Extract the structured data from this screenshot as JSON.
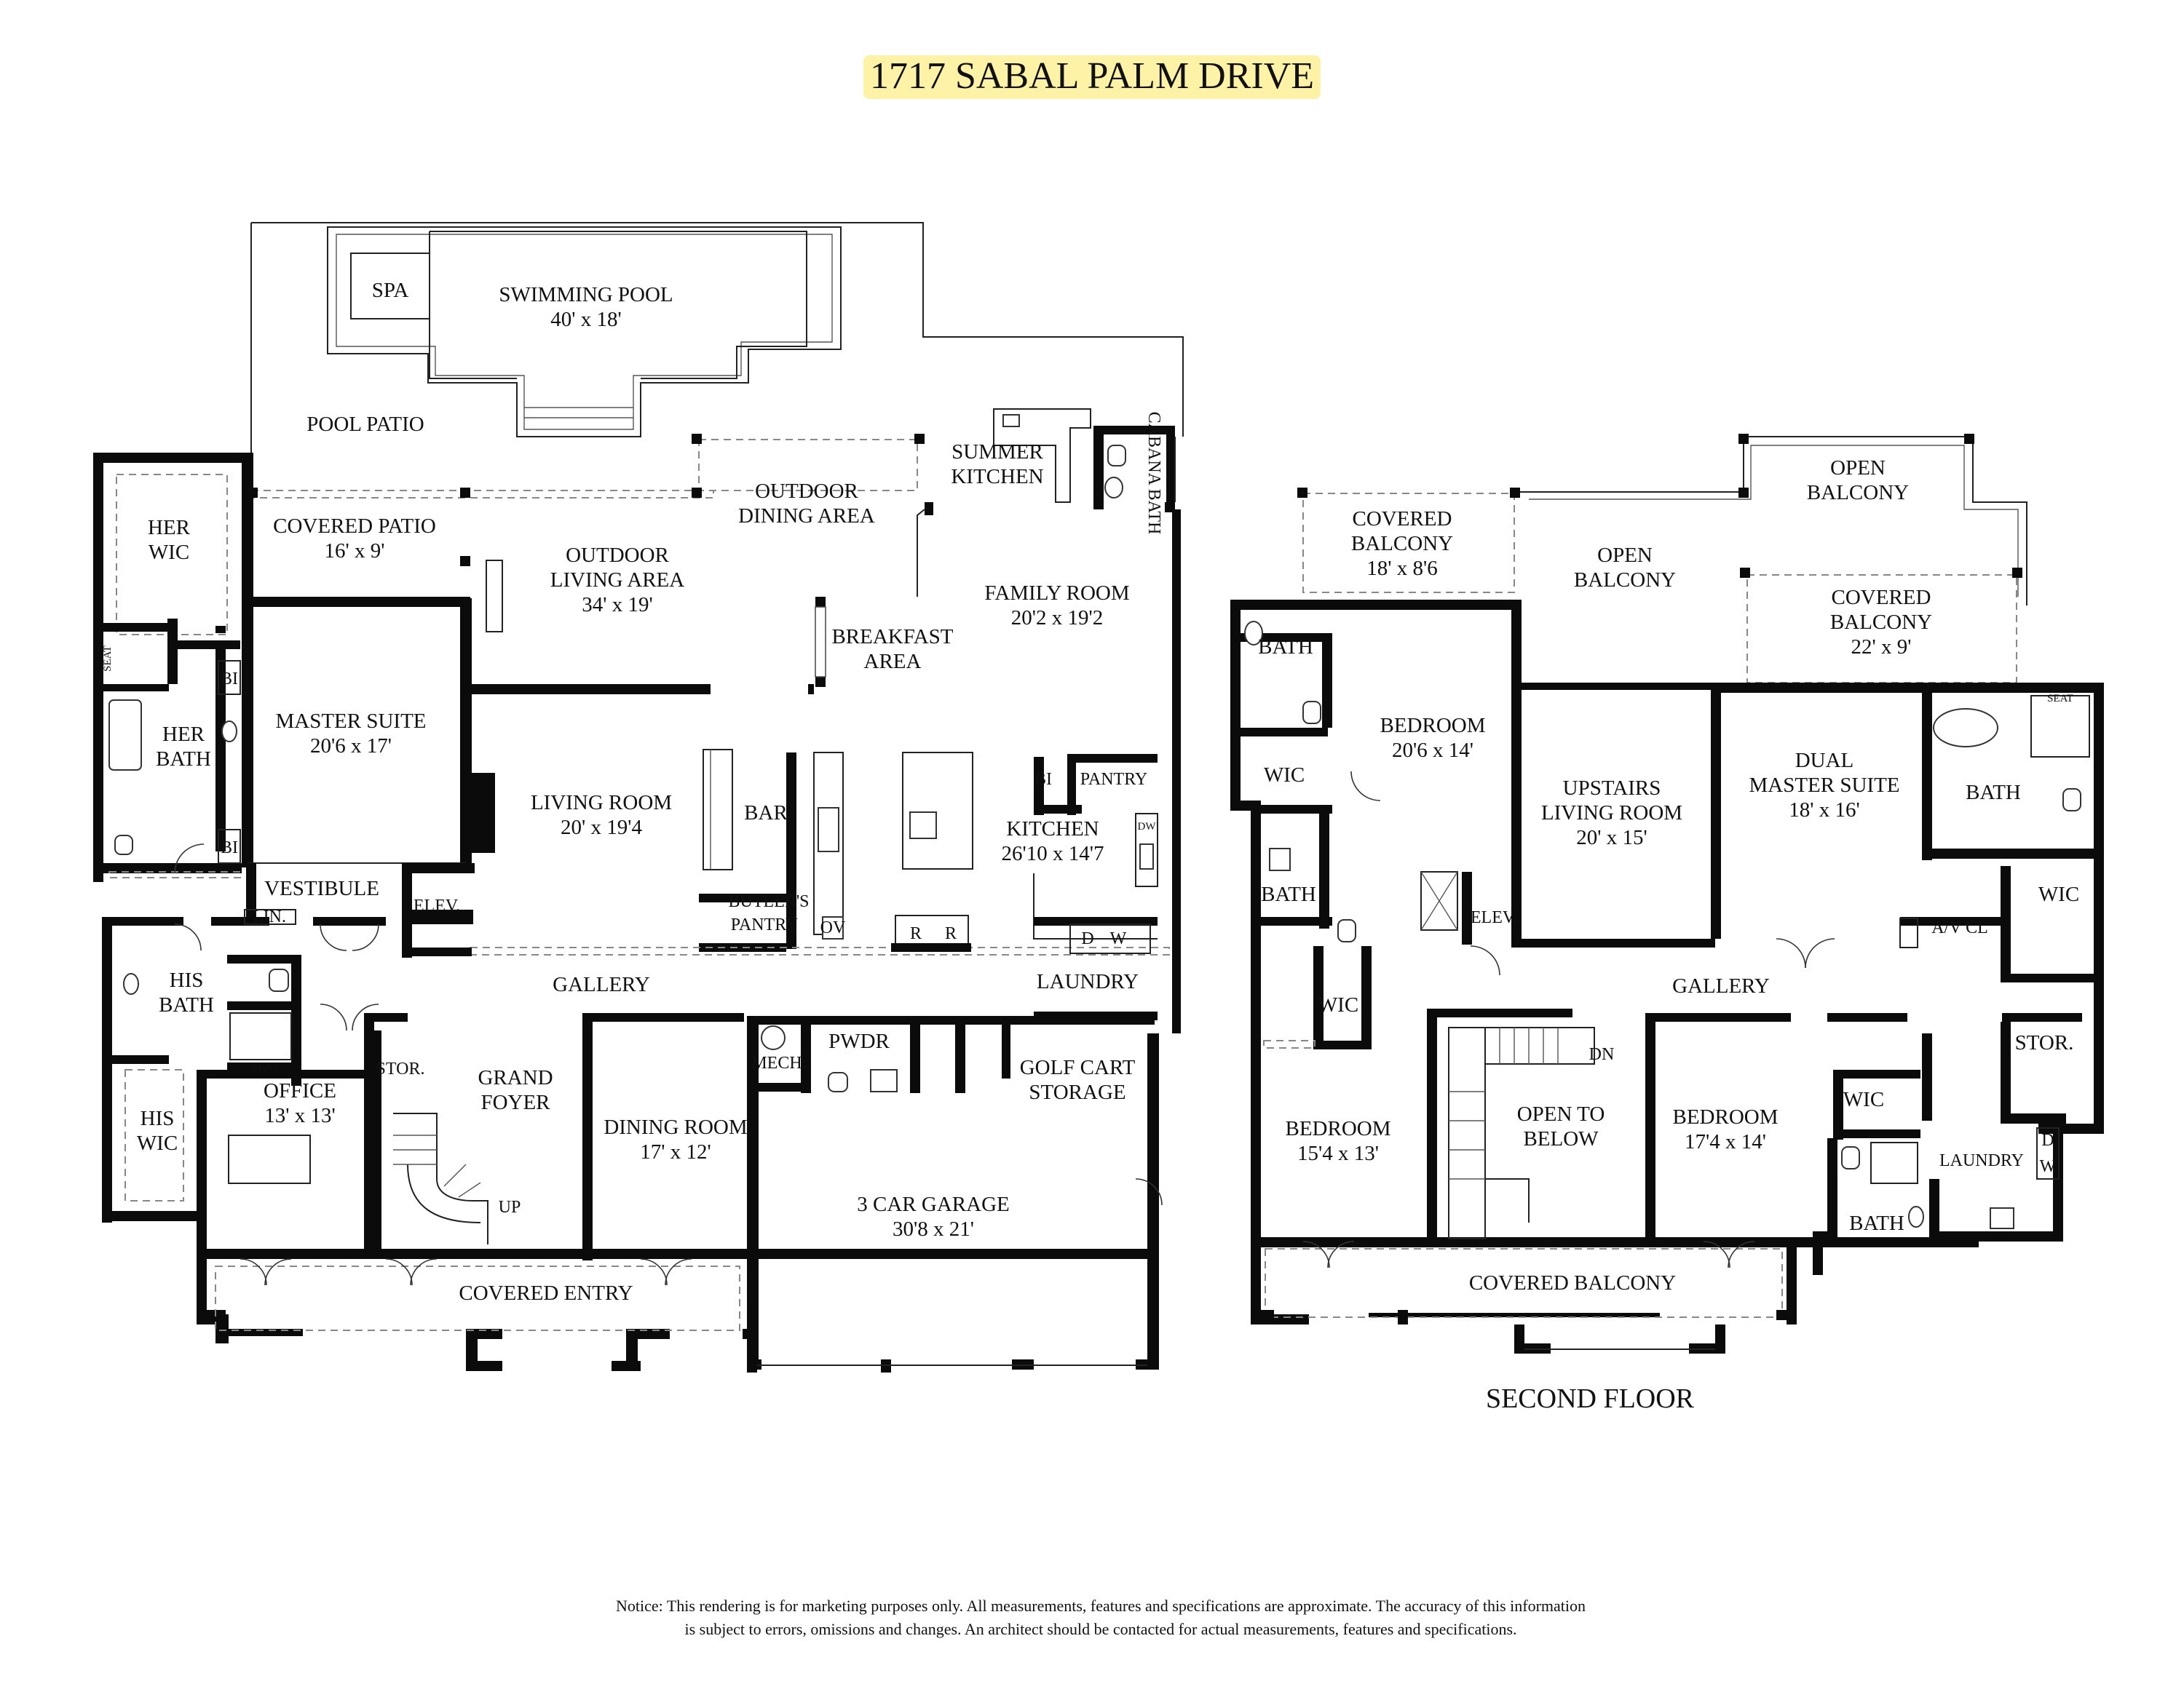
{
  "title": "1717 SABAL PALM DRIVE",
  "colors": {
    "title_highlight": "#FDF2A6",
    "walls": "#0b0b0b",
    "background": "#ffffff"
  },
  "first_floor": {
    "swimming_pool": {
      "name": "SWIMMING POOL",
      "size": "40' x 18'"
    },
    "spa": "SPA",
    "pool_patio": "POOL PATIO",
    "summer_kitchen": "SUMMER KITCHEN",
    "cabana_bath": "CABANA BATH",
    "outdoor_dining": "OUTDOOR DINING AREA",
    "covered_patio": {
      "name": "COVERED PATIO",
      "size": "16' x 9'"
    },
    "outdoor_living": {
      "name": "OUTDOOR LIVING AREA",
      "size": "34' x 19'"
    },
    "her_wic": "HER WIC",
    "her_bath": "HER BATH",
    "bi": "BI",
    "seat": "SEAT",
    "master_suite": {
      "name": "MASTER SUITE",
      "size": "20'6 x 17'"
    },
    "living_room": {
      "name": "LIVING ROOM",
      "size": "20' x 19'4"
    },
    "bar": "BAR",
    "breakfast_area": "BREAKFAST AREA",
    "family_room": {
      "name": "FAMILY ROOM",
      "size": "20'2 x 19'2"
    },
    "pantry": "PANTRY",
    "kitchen": {
      "name": "KITCHEN",
      "size": "26'10 x 14'7"
    },
    "dw": "DW",
    "butlers_pantry": "BUTLER'S PANTRY",
    "ov": "OV",
    "r": "R",
    "vestibule": "VESTIBULE",
    "elev": "ELEV.",
    "lin": "LIN.",
    "gallery": "GALLERY",
    "d": "D",
    "w": "W",
    "laundry": "LAUNDRY",
    "his_bath": "HIS BATH",
    "his_wic": "HIS WIC",
    "office": {
      "name": "OFFICE",
      "size": "13' x 13'"
    },
    "stor": "STOR.",
    "grand_foyer": "GRAND FOYER",
    "up": "UP",
    "dining_room": {
      "name": "DINING ROOM",
      "size": "17' x 12'"
    },
    "mech": "MECH.",
    "pwdr": "PWDR",
    "golf_cart": "GOLF CART STORAGE",
    "garage": {
      "name": "3 CAR GARAGE",
      "size": "30'8 x 21'"
    },
    "covered_entry": "COVERED ENTRY"
  },
  "second_floor": {
    "label": "SECOND FLOOR",
    "covered_balcony_1": {
      "name": "COVERED BALCONY",
      "size": "18' x 8'6"
    },
    "open_balcony_1": "OPEN BALCONY",
    "open_balcony_2": "OPEN BALCONY",
    "covered_balcony_2": {
      "name": "COVERED BALCONY",
      "size": "22' x 9'"
    },
    "bath": "BATH",
    "bedroom_1": {
      "name": "BEDROOM",
      "size": "20'6 x 14'"
    },
    "wic": "WIC",
    "upstairs_living": {
      "name": "UPSTAIRS LIVING ROOM",
      "size": "20' x 15'"
    },
    "dual_master": {
      "name": "DUAL MASTER SUITE",
      "size": "18' x 16'"
    },
    "seat": "SEAT",
    "elev": "ELEV.",
    "av_cl": "A/V CL",
    "gallery": "GALLERY",
    "bedroom_2": {
      "name": "BEDROOM",
      "size": "15'4 x 13'"
    },
    "open_to_below": "OPEN TO BELOW",
    "dn": "DN",
    "bedroom_3": {
      "name": "BEDROOM",
      "size": "17'4 x 14'"
    },
    "stor": "STOR.",
    "laundry": "LAUNDRY",
    "d": "D",
    "w": "W",
    "covered_balcony_3": "COVERED BALCONY"
  },
  "notice": [
    "Notice: This rendering is for marketing purposes only. All measurements, features and specifications are approximate. The accuracy of this information",
    "is subject to errors, omissions and changes. An architect should be contacted for actual measurements, features and specifications."
  ]
}
